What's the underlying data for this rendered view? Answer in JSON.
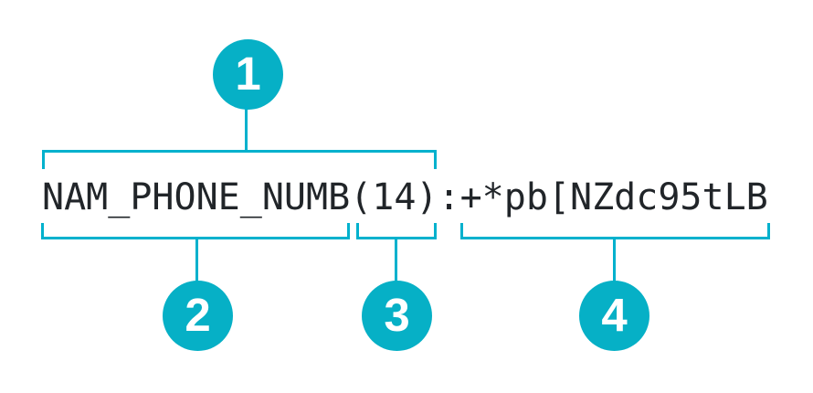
{
  "diagram": {
    "full_string": "NAM_PHONE_NUMB(14):+*pb[NZdc95tLB",
    "segments": {
      "name": "NAM_PHONE_NUMB",
      "length": "(14)",
      "separator": ":",
      "value": "+*pb[NZdc95tLB"
    },
    "callouts": [
      {
        "label": "1",
        "covers": "NAM_PHONE_NUMB(14)"
      },
      {
        "label": "2",
        "covers": "NAM_PHONE_NUMB"
      },
      {
        "label": "3",
        "covers": "(14)"
      },
      {
        "label": "4",
        "covers": "+*pb[NZdc95tLB"
      }
    ]
  },
  "theme": {
    "background": "#FFFFFF",
    "accent": "#00B1CD",
    "badge_fill": "#06B0C6",
    "badge_text": "#FFFFFF",
    "text_color": "#212529"
  }
}
